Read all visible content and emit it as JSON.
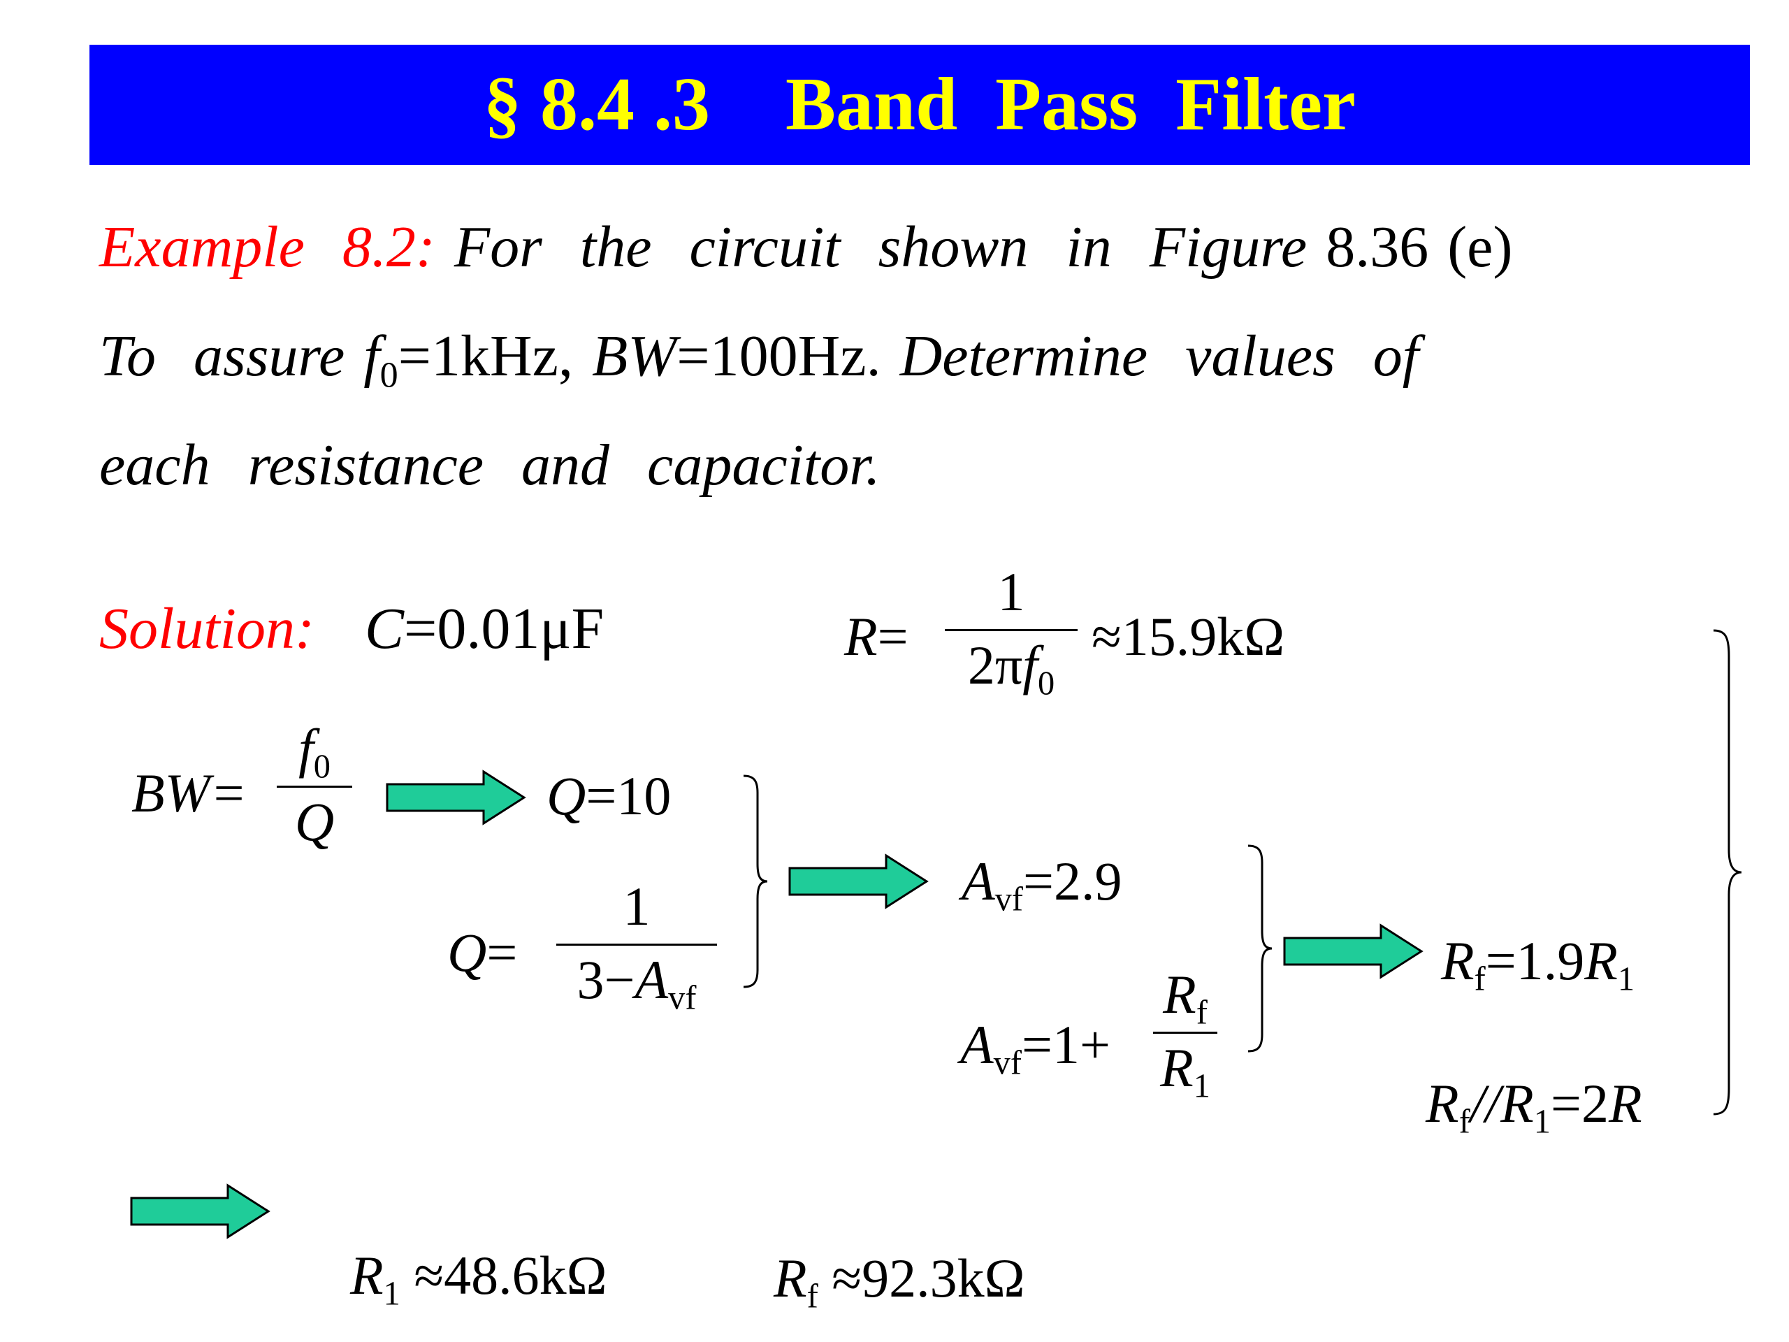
{
  "title": "§ 8.4 .3    Band  Pass  Filter",
  "colors": {
    "title_bg": "#0000ff",
    "title_text": "#ffff00",
    "label": "#ff0000",
    "arrow_fill": "#1fcc99"
  },
  "problem": {
    "label": "Example  8.2:",
    "line1": "For  the  circuit  shown  in  Figure",
    "fig_ref": "8.36 (e)",
    "line2a": "To  assure",
    "f": "f",
    "f_sub": "0",
    "line2b": "=1kHz,",
    "bw": "BW",
    "line2c": "=100Hz.",
    "line2d": "Determine  values  of",
    "line3": "each  resistance  and  capacitor."
  },
  "solution": {
    "label": "Solution:",
    "c_var": "C",
    "c_val": "=0.01μF",
    "r_eq": {
      "lhs": "R",
      "eq": "=",
      "num": "1",
      "den_pre": "2π",
      "den_var": "f",
      "den_sub": "0",
      "result": "≈15.9kΩ"
    },
    "bw_eq": {
      "lhs": "BW=",
      "num_var": "f",
      "num_sub": "0",
      "den": "Q"
    },
    "q10": {
      "var": "Q",
      "val": "=10"
    },
    "q_eq": {
      "lhs": "Q",
      "eq": "=",
      "num": "1",
      "den_pre": "3−",
      "den_var": "A",
      "den_sub": "vf"
    },
    "avf_val": {
      "var": "A",
      "sub": "vf",
      "val": "=2.9"
    },
    "avf_eq": {
      "var": "A",
      "sub": "vf",
      "val": "=1+",
      "num_var": "R",
      "num_sub": "f",
      "den_var": "R",
      "den_sub": "1"
    },
    "rf_rel": {
      "var": "R",
      "sub": "f",
      "eq": "=1.9",
      "var2": "R",
      "sub2": "1"
    },
    "parallel": {
      "var": "R",
      "sub": "f",
      "mid": "//",
      "var2": "R",
      "sub2": "1",
      "eq": "=2",
      "var3": "R"
    },
    "r1_result": {
      "var": "R",
      "sub": "1",
      "val": " ≈48.6kΩ"
    },
    "rf_result": {
      "var": "R",
      "sub": "f",
      "val": " ≈92.3kΩ"
    }
  }
}
